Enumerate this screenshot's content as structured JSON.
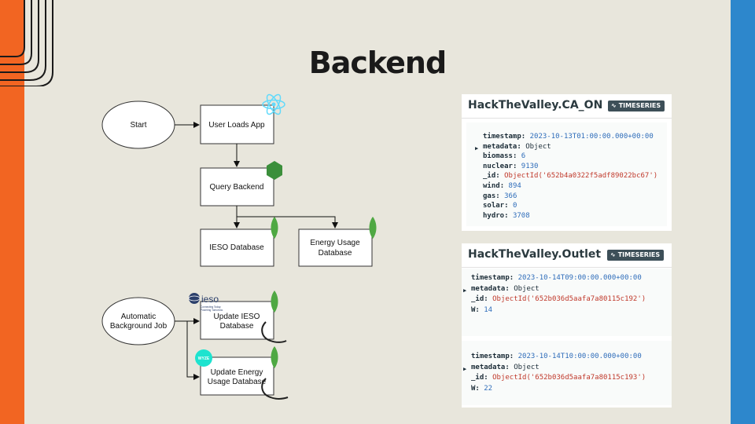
{
  "title": "Backend",
  "flowchart": {
    "start": "Start",
    "user_loads_app": "User Loads App",
    "query_backend": "Query Backend",
    "ieso_database": "IESO Database",
    "energy_usage_db_line1": "Energy Usage",
    "energy_usage_db_line2": "Database",
    "auto_job_line1": "Automatic",
    "auto_job_line2": "Background Job",
    "update_ieso_line1": "Update IESO",
    "update_ieso_line2": "Database",
    "update_energy_line1": "Update Energy",
    "update_energy_line2": "Usage Database",
    "ieso_logo_text": "ieso",
    "ieso_logo_sub1": "Connecting Today.",
    "ieso_logo_sub2": "Powering Tomorrow.",
    "wyze_logo_text": "WYZE"
  },
  "panel_ca_on": {
    "collection": "HackTheValley.CA_ON",
    "badge": "TIMESERIES",
    "fields": [
      {
        "key": "timestamp",
        "value": "2023-10-13T01:00:00.000+00:00",
        "kind": "str"
      },
      {
        "key": "metadata",
        "value": "Object",
        "kind": "obj",
        "expandable": true
      },
      {
        "key": "biomass",
        "value": "6",
        "kind": "num"
      },
      {
        "key": "nuclear",
        "value": "9130",
        "kind": "num"
      },
      {
        "key": "_id",
        "value": "ObjectId('652b4a0322f5adf89022bc67')",
        "kind": "oid"
      },
      {
        "key": "wind",
        "value": "894",
        "kind": "num"
      },
      {
        "key": "gas",
        "value": "366",
        "kind": "num"
      },
      {
        "key": "solar",
        "value": "0",
        "kind": "num"
      },
      {
        "key": "hydro",
        "value": "3708",
        "kind": "num"
      }
    ]
  },
  "panel_outlet": {
    "collection": "HackTheValley.Outlet",
    "badge": "TIMESERIES",
    "docs": [
      [
        {
          "key": "timestamp",
          "value": "2023-10-14T09:00:00.000+00:00",
          "kind": "str"
        },
        {
          "key": "metadata",
          "value": "Object",
          "kind": "obj",
          "expandable": true
        },
        {
          "key": "_id",
          "value": "ObjectId('652b036d5aafa7a80115c192')",
          "kind": "oid"
        },
        {
          "key": "W",
          "value": "14",
          "kind": "num"
        }
      ],
      [
        {
          "key": "timestamp",
          "value": "2023-10-14T10:00:00.000+00:00",
          "kind": "str"
        },
        {
          "key": "metadata",
          "value": "Object",
          "kind": "obj",
          "expandable": true
        },
        {
          "key": "_id",
          "value": "ObjectId('652b036d5aafa7a80115c193')",
          "kind": "oid"
        },
        {
          "key": "W",
          "value": "22",
          "kind": "num"
        }
      ]
    ]
  },
  "colors": {
    "background": "#e8e6dc",
    "left_bar": "#f26522",
    "right_bar": "#2d87cc",
    "mongo_green": "#4fa843",
    "node_green": "#3b8f3b",
    "react_blue": "#61dafb"
  }
}
